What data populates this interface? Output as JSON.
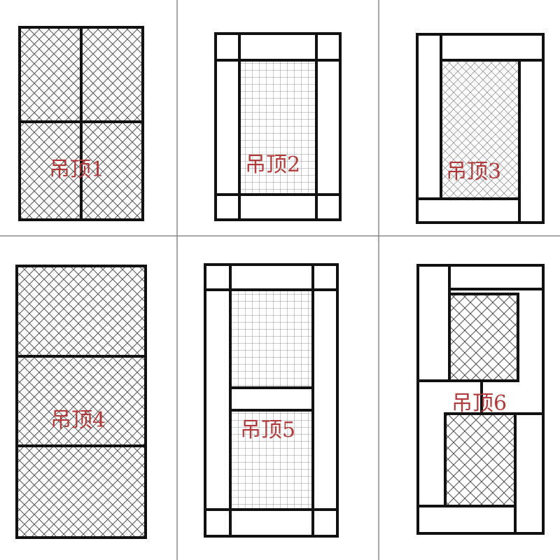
{
  "panels": [
    {
      "label": "吊顶1"
    },
    {
      "label": "吊顶2"
    },
    {
      "label": "吊顶3"
    },
    {
      "label": "吊顶4"
    },
    {
      "label": "吊顶5"
    },
    {
      "label": "吊顶6"
    }
  ],
  "colors": {
    "frame": "#111111",
    "label": "#b33a3a",
    "cell_divider": "#888888",
    "hatch": "#555555"
  }
}
